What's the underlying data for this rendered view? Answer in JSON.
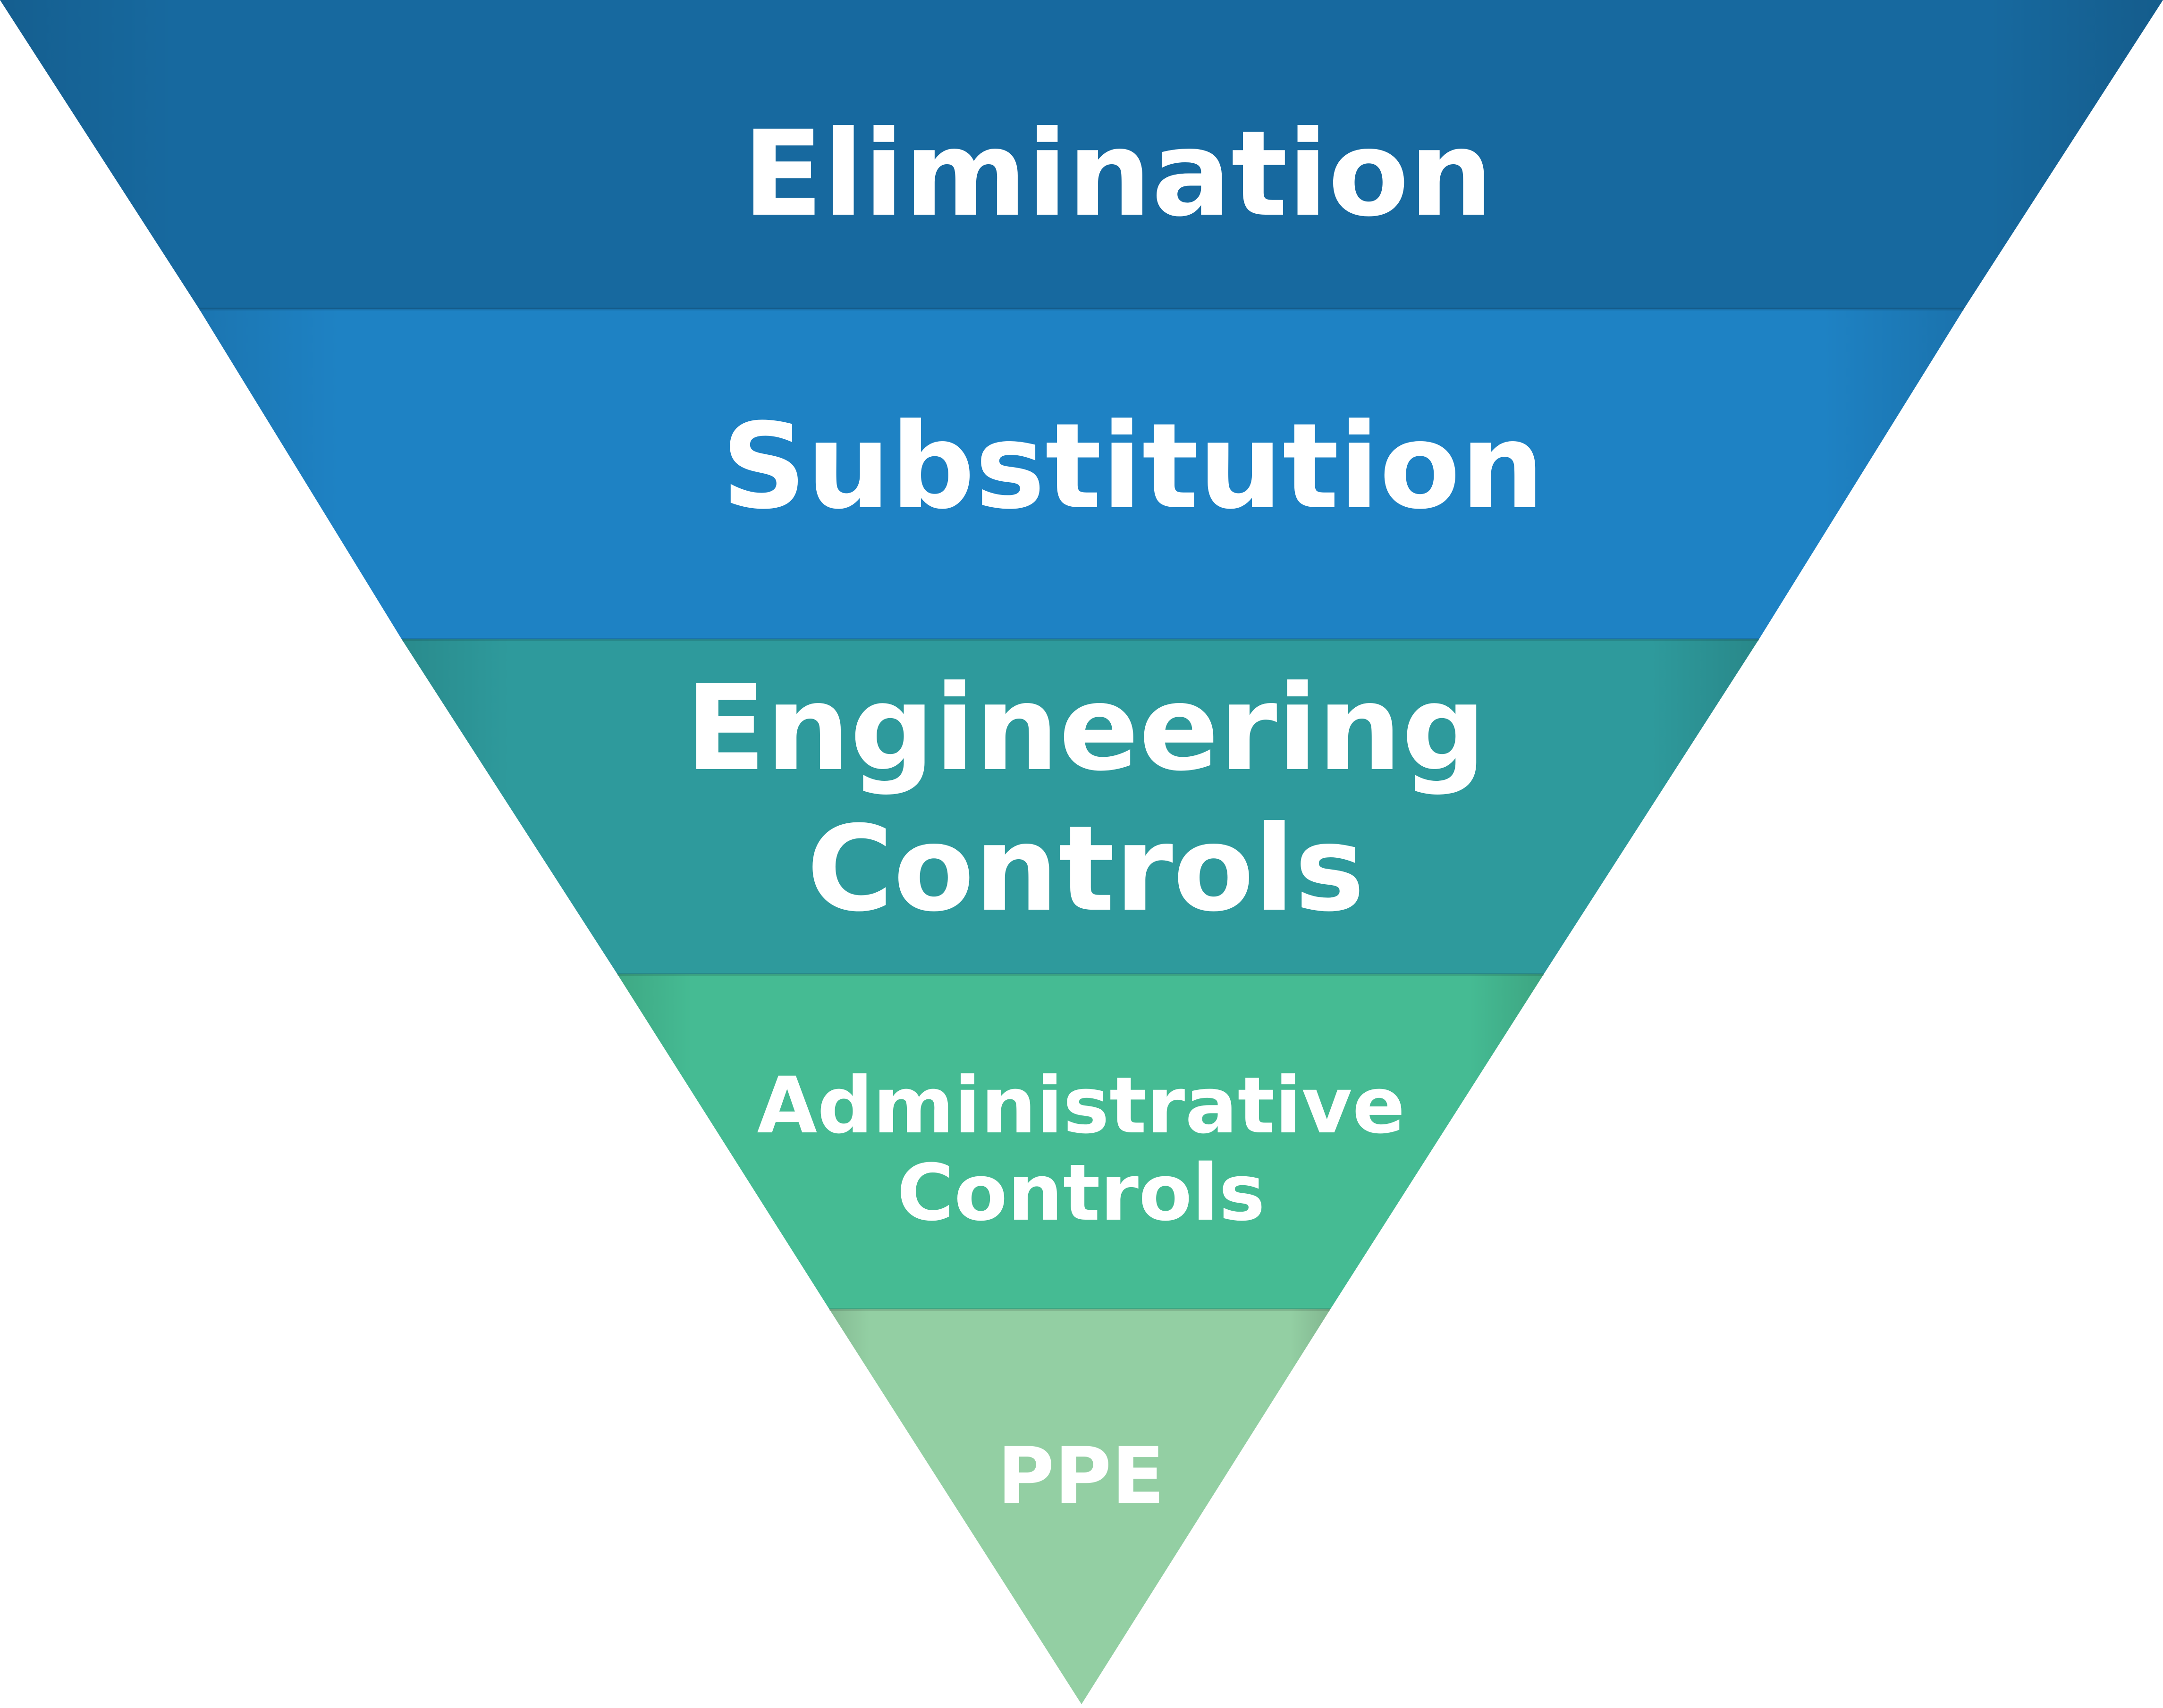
{
  "diagram": {
    "tiers": [
      {
        "id": "elimination",
        "lines": [
          "Elimination"
        ],
        "color": "#17699F"
      },
      {
        "id": "substitution",
        "lines": [
          "Substitution"
        ],
        "color": "#1E82C4"
      },
      {
        "id": "engineering-controls",
        "lines": [
          "Engineering",
          "Controls"
        ],
        "color": "#2E9A9C"
      },
      {
        "id": "administrative-controls",
        "lines": [
          "Administrative",
          "Controls"
        ],
        "color": "#45BB93"
      },
      {
        "id": "ppe",
        "lines": [
          "PPE"
        ],
        "color": "#93CFA3"
      }
    ]
  }
}
